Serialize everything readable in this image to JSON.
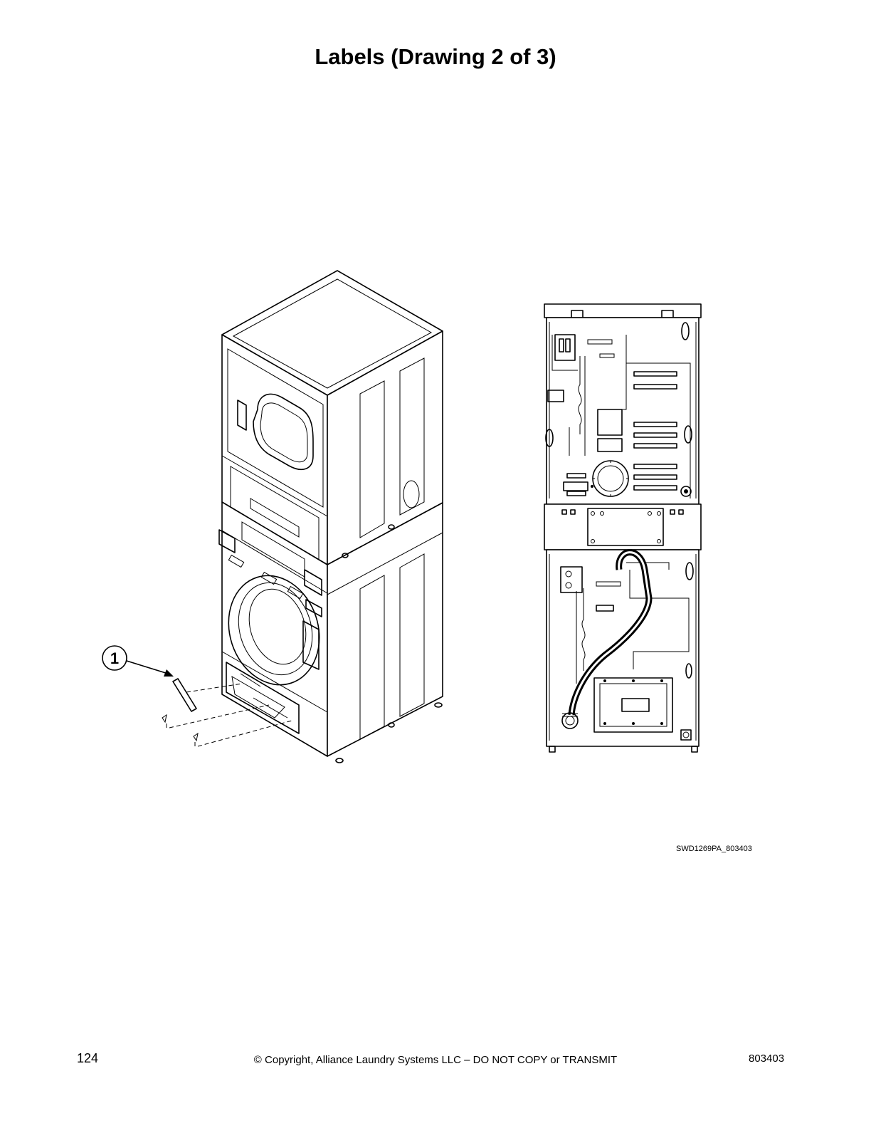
{
  "page": {
    "title": "Labels (Drawing 2 of 3)",
    "drawing_code": "SWD1269PA_803403",
    "callout": "1",
    "footer": {
      "page_number": "124",
      "copyright": "© Copyright, Alliance Laundry Systems LLC – DO NOT COPY or TRANSMIT",
      "doc_number": "803403"
    }
  }
}
